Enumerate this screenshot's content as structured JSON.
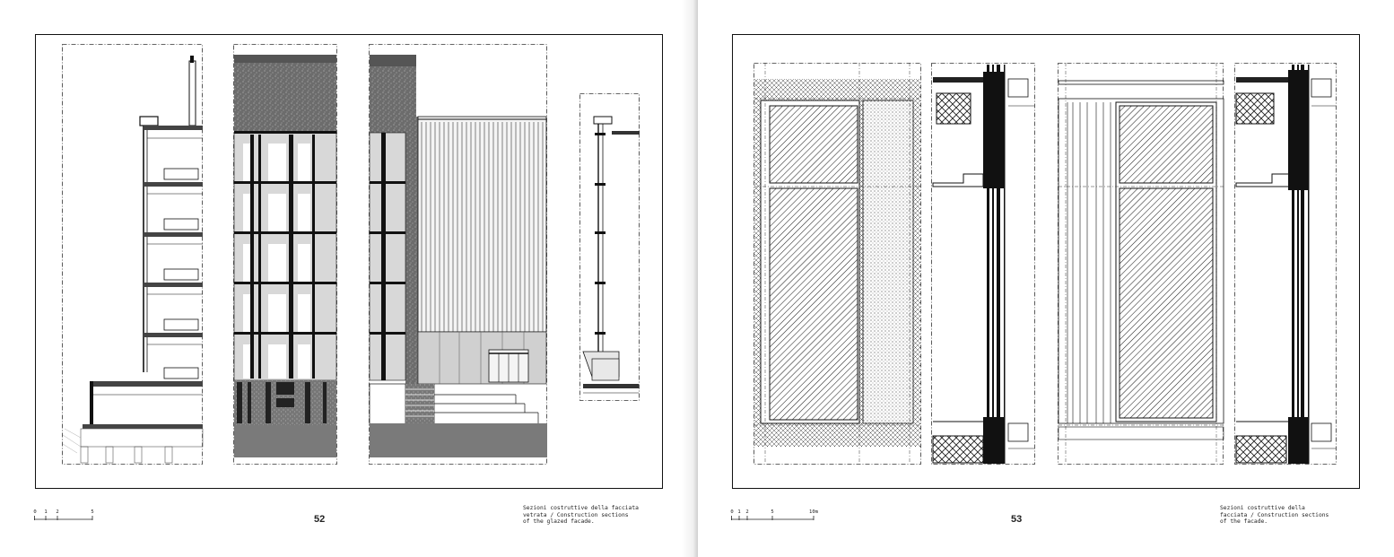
{
  "spread": {
    "left_page": {
      "page_number": "52",
      "caption": "Sezioni costruttive della facciata\nvetrata / Construction sections\nof the glazed facade.",
      "scale_ticks": [
        "0",
        "1",
        "2",
        "5"
      ]
    },
    "right_page": {
      "page_number": "53",
      "caption": "Sezioni costruttive della\nfacciata / Construction sections\nof the facade.",
      "scale_ticks": [
        "0",
        "1",
        "2",
        "5",
        "10m"
      ]
    }
  },
  "colors": {
    "ink": "#111111",
    "dark_cladding": "#6e6e6e",
    "mid_gray": "#9a9a9a",
    "light_panel": "#d6d6d6",
    "ground": "#7a7a7a"
  }
}
